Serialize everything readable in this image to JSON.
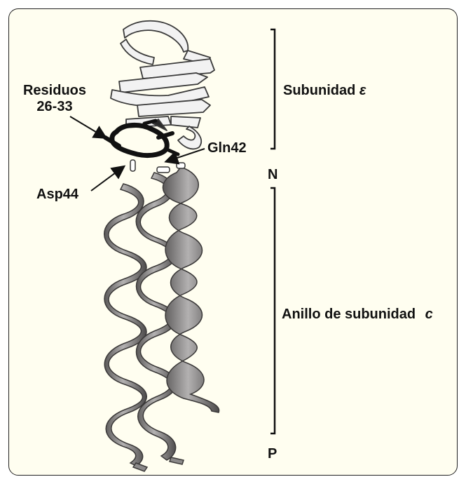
{
  "labels": {
    "residuos_line1": "Residuos",
    "residuos_line2": "26-33",
    "gln42": "Gln42",
    "asp44": "Asp44",
    "subunidad_text": "Subunidad",
    "subunidad_symbol": "ε",
    "terminus_n": "N",
    "anillo_text": "Anillo de subunidad",
    "anillo_symbol": "c",
    "terminus_p": "P"
  },
  "colors": {
    "frame_background": "#fffef0",
    "helix_fill": "#8c8a8a",
    "helix_dark": "#4a4848",
    "sheet_fill": "#f2f2f2",
    "loop_color": "#111111",
    "text_color": "#111111"
  }
}
